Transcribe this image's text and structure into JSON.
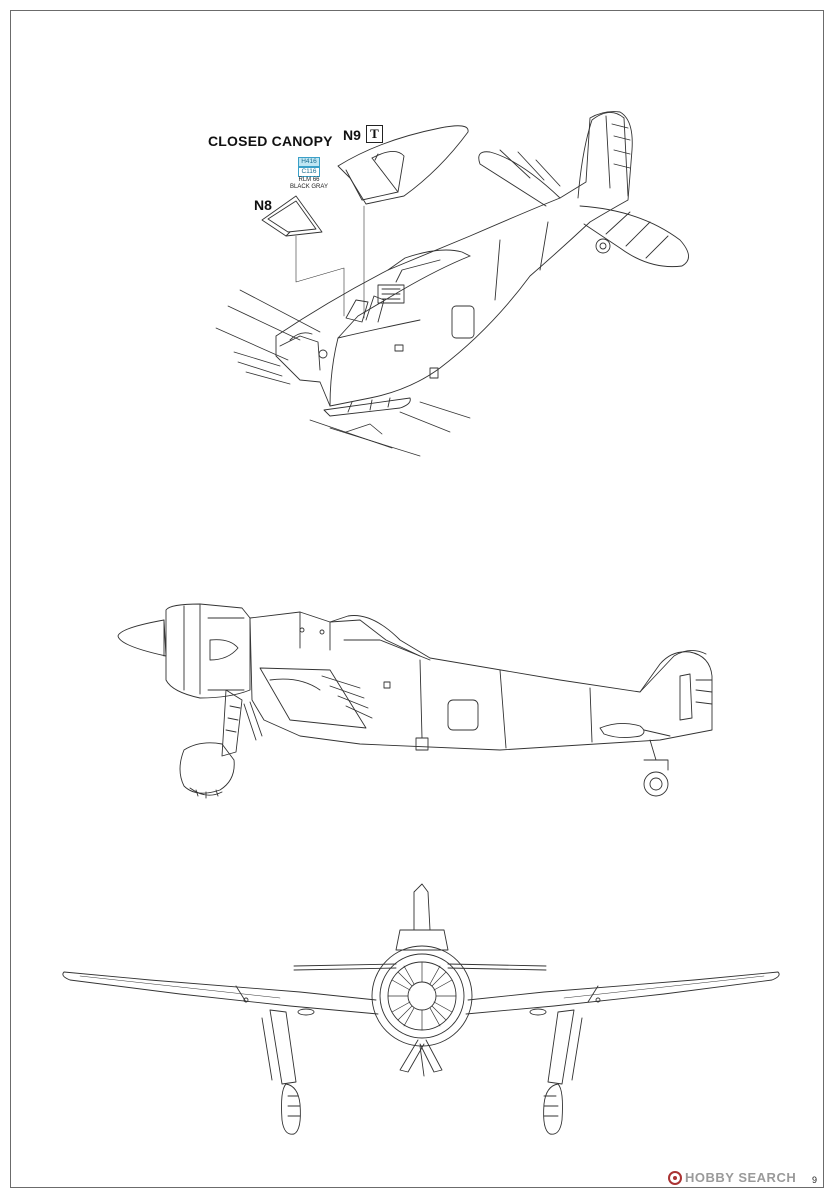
{
  "labels": {
    "title": "CLOSED CANOPY",
    "part_n9": "N9",
    "part_n9_mark": "T",
    "part_n8": "N8"
  },
  "paint": {
    "h_code": "H416",
    "c_code": "C116",
    "name_line1": "RLM 66",
    "name_line2": "BLACK GRAY"
  },
  "footer": {
    "page_number": "9",
    "watermark": "HOBBY SEARCH"
  },
  "colors": {
    "line": "#333333",
    "swatch_border": "#3aa0c8",
    "swatch_fill": "#bfe6f3",
    "watermark": "#9a9a9a"
  }
}
